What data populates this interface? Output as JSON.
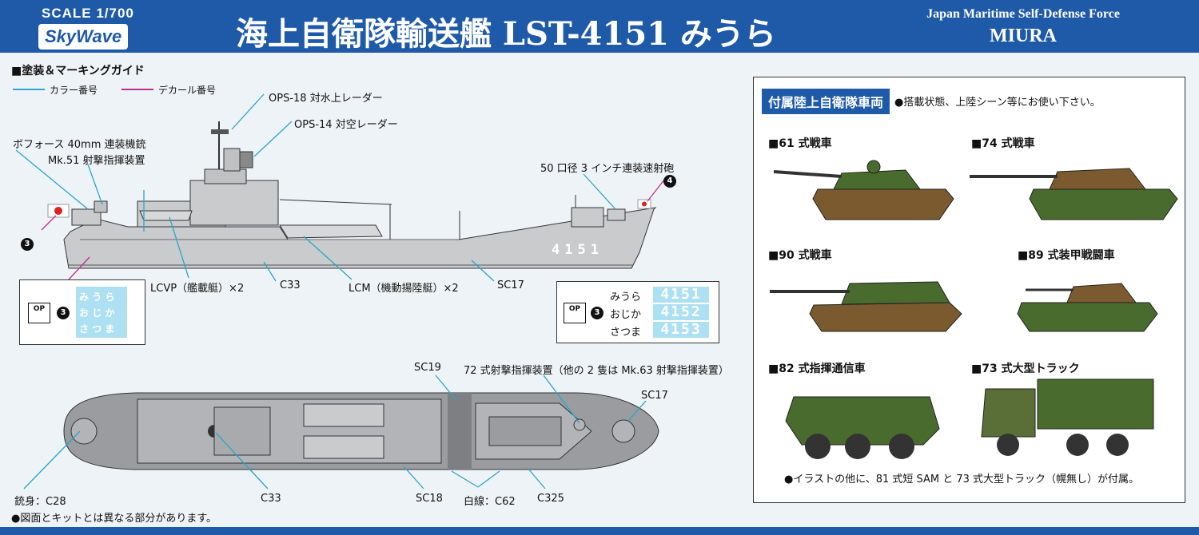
{
  "header": {
    "scale": "SCALE 1/700",
    "logo": "SkyWave",
    "title": "海上自衛隊輸送艦 LST-4151 みうら",
    "english_line1": "Japan Maritime Self-Defense Force",
    "english_line2": "MIURA"
  },
  "guide": {
    "heading": "■塗装＆マーキングガイド",
    "legend_color": "カラー番号",
    "legend_decal": "デカール番号",
    "color_line": "#2aa6c8",
    "decal_line": "#c0308a"
  },
  "side_callouts": {
    "ops18": "OPS-18 対水上レーダー",
    "ops14": "OPS-14 対空レーダー",
    "bofors": "ボフォース 40mm 連装機銃",
    "mk51": "Mk.51 射撃指揮装置",
    "gun50": "50 口径 3 インチ連装速射砲",
    "lcvp": "LCVP（艦載艇）×2",
    "c33": "C33",
    "lcm": "LCM（機動揚陸艇）×2",
    "sc17": "SC17",
    "hull_number": "4151"
  },
  "badges": {
    "b3": "3",
    "b4": "4"
  },
  "decal_left": {
    "op": "OP",
    "badge": "3",
    "rows": [
      [
        "み",
        "う",
        "ら"
      ],
      [
        "お",
        "じ",
        "か"
      ],
      [
        "さ",
        "つ",
        "ま"
      ]
    ]
  },
  "decal_right": {
    "op": "OP",
    "badge": "3",
    "ships": [
      {
        "name": "みうら",
        "num": "4151"
      },
      {
        "name": "おじか",
        "num": "4152"
      },
      {
        "name": "さつま",
        "num": "4153"
      }
    ]
  },
  "top_callouts": {
    "sc19": "SC19",
    "fcs72": "72 式射撃指揮装置（他の 2 隻は Mk.63 射撃指揮装置）",
    "sc17": "SC17",
    "barrel": "銃身：C28",
    "c33": "C33",
    "sc18": "SC18",
    "white": "白線：C62",
    "c325": "C325"
  },
  "footnote": "●図面とキットとは異なる部分があります。",
  "vehicles_panel": {
    "title": "付属陸上自衛隊車両",
    "note": "●搭載状態、上陸シーン等にお使い下さい。",
    "vehicles": [
      {
        "label": "■61 式戦車"
      },
      {
        "label": "■74 式戦車"
      },
      {
        "label": "■90 式戦車"
      },
      {
        "label": "■89 式装甲戦闘車"
      },
      {
        "label": "■82 式指揮通信車"
      },
      {
        "label": "■73 式大型トラック"
      }
    ],
    "footer": "●イラストの他に、81 式短 SAM と 73 式大型トラック（幌無し）が付属。"
  },
  "colors": {
    "brand_blue": "#1e5aa8",
    "hull_gray": "#c9cbcd",
    "deck_gray": "#9a9ca0",
    "camo_brown": "#7a5a2e",
    "camo_green": "#4a6b2e"
  }
}
